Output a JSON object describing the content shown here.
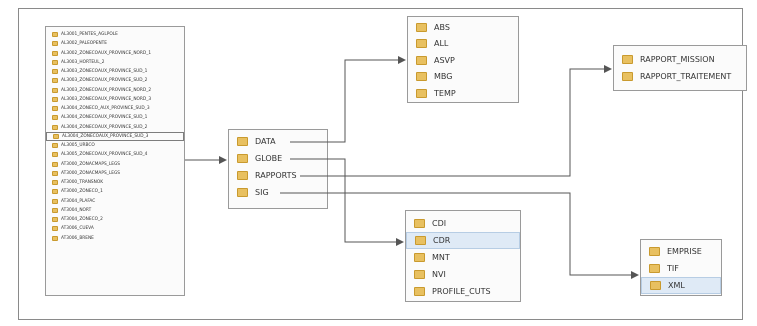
{
  "colors": {
    "folder": "#e8c060",
    "highlight": "#dfeaf6",
    "arrow": "#555555"
  },
  "root_list": {
    "items": [
      "AL3001_PENTES_AGLPOLE",
      "AL3002_PALEOPENTE",
      "AL3002_ZONECOAUX_PROVINCE_NORD_1",
      "AL3003_HORTEUL_2",
      "AL3003_ZONECOAUX_PROVINCE_SUD_1",
      "AL3003_ZONECOAUX_PROVINCE_SUD_2",
      "AL3003_ZONECOAUX_PROVINCE_NORD_2",
      "AL3003_ZONECOAUX_PROVINCE_NORD_3",
      "AL3004_ZONECO_AUX_PROVINCE_SUD_3",
      "AL3004_ZONECOAUX_PROVINCE_SUD_1",
      "AL3004_ZONECOAUX_PROVINCE_SUD_2",
      "AL3004_ZONECOAUX_PROVINCE_SUD_3",
      "AL3005_URBCO",
      "AL3005_ZONECOAUX_PROVINCE_SUD_4",
      "AT3000_ZONACMAPS_LEGS",
      "AT3000_ZONACMAPS_LEGS",
      "AT3000_TRANSNOK",
      "AT3000_ZONECO_1",
      "AT3004_PLAFAC",
      "AT3004_NORT",
      "AT3004_ZONECO_2",
      "AT3006_CUEVA",
      "AT3006_BRENE"
    ]
  },
  "main_folders": {
    "items": [
      "DATA",
      "GLOBE",
      "RAPPORTS",
      "SIG"
    ]
  },
  "data_folders": {
    "items": [
      "ABS",
      "ALL",
      "ASVP",
      "MBG",
      "TEMP"
    ]
  },
  "rapports_folders": {
    "items": [
      "RAPPORT_MISSION",
      "RAPPORT_TRAITEMENT"
    ]
  },
  "globe_folders": {
    "items": [
      "CDI",
      "CDR",
      "MNT",
      "NVI",
      "PROFILE_CUTS"
    ]
  },
  "sig_folders": {
    "items": [
      "EMPRISE",
      "TIF",
      "XML"
    ]
  }
}
